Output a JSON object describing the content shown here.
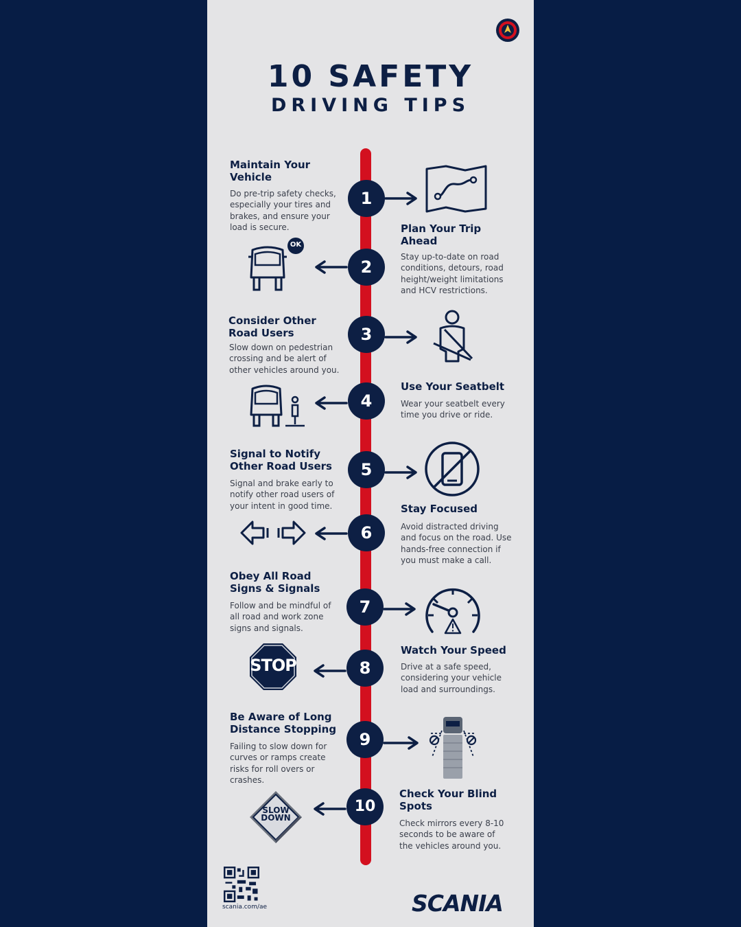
{
  "header": {
    "title_line1": "10 SAFETY",
    "title_line2": "DRIVING TIPS"
  },
  "colors": {
    "navy": "#0d1f44",
    "red": "#d3101f",
    "panel": "#e4e4e6",
    "background": "#071d45"
  },
  "tips": [
    {
      "number": "1",
      "title_lines": [
        "Maintain Your",
        "Vehicle"
      ],
      "desc_lines": [
        "Do pre-trip safety checks,",
        "especially your tires and",
        "brakes, and ensure your",
        "load is secure."
      ]
    },
    {
      "number": "2",
      "title_lines": [
        "Plan Your Trip",
        "Ahead"
      ],
      "desc_lines": [
        "Stay up-to-date on road",
        "conditions, detours, road",
        "height/weight limitations",
        "and HCV restrictions."
      ]
    },
    {
      "number": "3",
      "title_lines": [
        "Consider Other",
        "Road Users"
      ],
      "desc_lines": [
        "Slow down on pedestrian",
        "crossing and be alert of",
        "other vehicles around you."
      ]
    },
    {
      "number": "4",
      "title_lines": [
        "Use Your Seatbelt"
      ],
      "desc_lines": [
        "Wear your seatbelt every",
        "time you drive or ride."
      ]
    },
    {
      "number": "5",
      "title_lines": [
        "Signal to Notify",
        "Other Road Users"
      ],
      "desc_lines": [
        "Signal and brake early to",
        "notify other road users of",
        "your intent in good time."
      ]
    },
    {
      "number": "6",
      "title_lines": [
        "Stay Focused"
      ],
      "desc_lines": [
        "Avoid distracted driving",
        "and focus on the road. Use",
        "hands-free connection if",
        "you must make a call."
      ]
    },
    {
      "number": "7",
      "title_lines": [
        "Obey All Road",
        "Signs & Signals"
      ],
      "desc_lines": [
        "Follow and be mindful of",
        "all road and work zone",
        "signs and signals."
      ]
    },
    {
      "number": "8",
      "title_lines": [
        "Watch Your Speed"
      ],
      "desc_lines": [
        "Drive at a safe speed,",
        "considering your vehicle",
        "load and surroundings."
      ]
    },
    {
      "number": "9",
      "title_lines": [
        "Be Aware of Long",
        "Distance Stopping"
      ],
      "desc_lines": [
        "Failing to slow down for",
        "curves or ramps create",
        "risks for roll overs or",
        "crashes."
      ]
    },
    {
      "number": "10",
      "title_lines": [
        "Check Your Blind",
        "Spots"
      ],
      "desc_lines": [
        "Check mirrors every 8-10",
        "seconds to be aware of",
        "the vehicles around you."
      ]
    }
  ],
  "icon_labels": {
    "ok_badge": "OK",
    "stop_sign": "STOP",
    "slow_down_line1": "SLOW",
    "slow_down_line2": "DOWN"
  },
  "icons": [
    "route-map-icon",
    "truck-ok-icon",
    "seatbelt-icon",
    "truck-pedestrian-icon",
    "no-phone-icon",
    "turn-signals-icon",
    "speedometer-icon",
    "stop-sign-icon",
    "truck-blind-spot-icon",
    "slow-down-sign-icon"
  ],
  "footer": {
    "url": "scania.com/ae",
    "brand": "SCANIA"
  }
}
